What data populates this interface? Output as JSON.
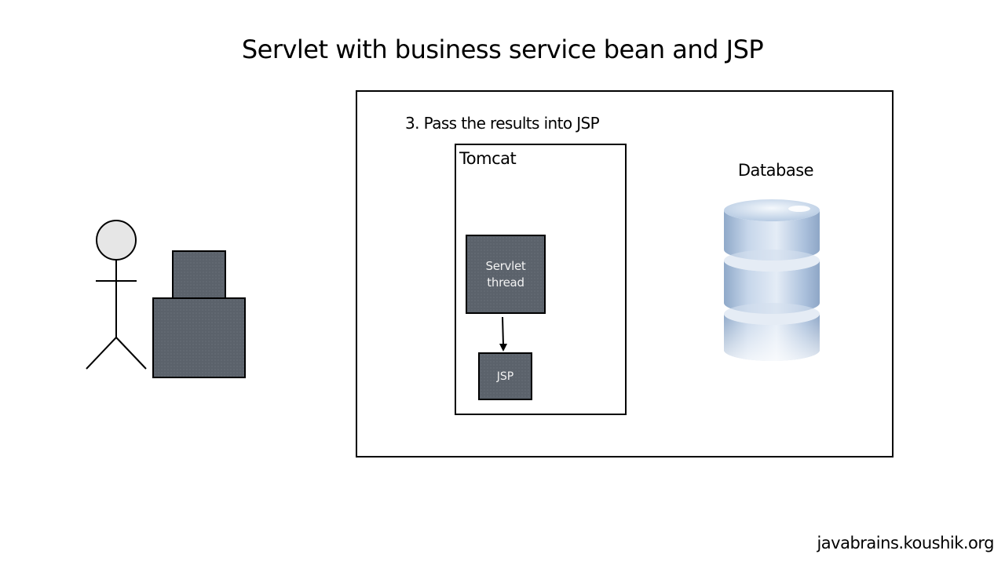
{
  "slide": {
    "title": "Servlet with business service bean and JSP",
    "step_text": "3. Pass the results into JSP",
    "footer": "javabrains.koushik.org"
  },
  "diagram": {
    "tomcat_label": "Tomcat",
    "servlet_line1": "Servlet",
    "servlet_line2": "thread",
    "jsp_label": "JSP",
    "database_label": "Database"
  },
  "icons": {
    "user": "stick-figure-icon",
    "client": "computer-icon",
    "database": "database-cylinder-icon",
    "arrow": "arrow-down-icon"
  },
  "colors": {
    "box_fill": "#5b626b",
    "box_text": "#f2f2f2",
    "database_fill": "#b9cde3"
  }
}
